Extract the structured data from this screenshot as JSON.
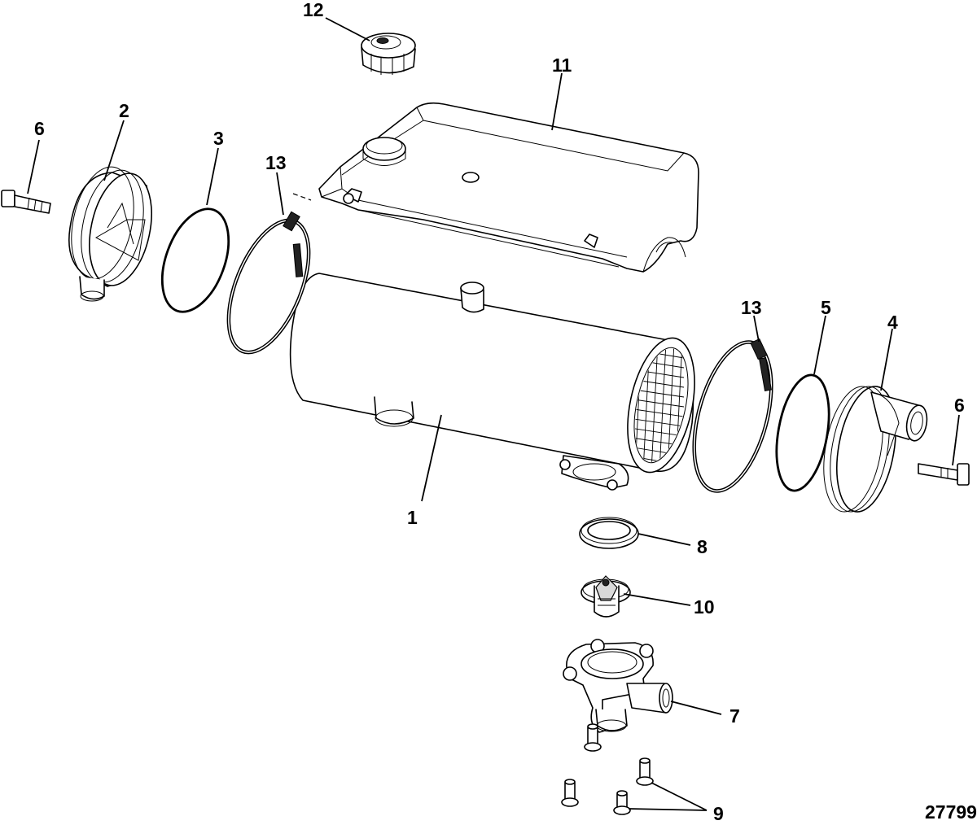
{
  "diagram": {
    "figure_number": "27799",
    "callouts": {
      "c1": "1",
      "c2": "2",
      "c3": "3",
      "c4": "4",
      "c5": "5",
      "c6_left": "6",
      "c6_right": "6",
      "c7": "7",
      "c8": "8",
      "c9": "9",
      "c10": "10",
      "c11": "11",
      "c12": "12",
      "c13_left": "13",
      "c13_right": "13"
    }
  }
}
